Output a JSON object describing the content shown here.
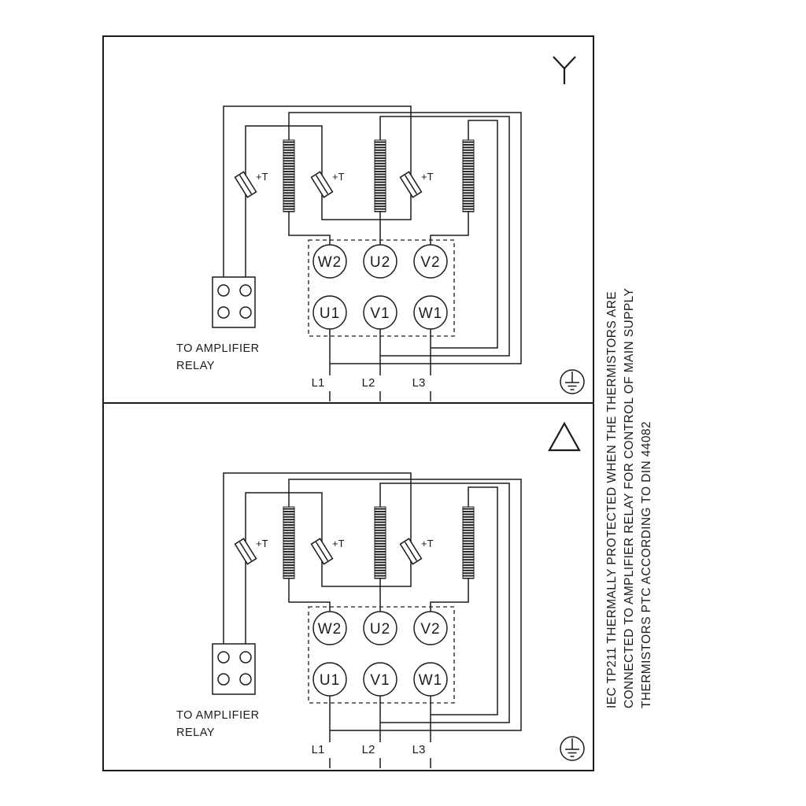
{
  "diagram": {
    "connection_top": "star",
    "connection_bottom": "delta"
  },
  "labels": {
    "terminal_w2": "W2",
    "terminal_u2": "U2",
    "terminal_v2": "V2",
    "terminal_u1": "U1",
    "terminal_v1": "V1",
    "terminal_w1": "W1",
    "supply_l1": "L1",
    "supply_l2": "L2",
    "supply_l3": "L3",
    "thermistor": "+T",
    "relay_caption_line1": "TO AMPLIFIER",
    "relay_caption_line2": "RELAY"
  },
  "side_note": {
    "line1": "IEC TP211 THERMALLY PROTECTED WHEN THE THERMISTORS ARE",
    "line2": "CONNECTED TO AMPLIFIER RELAY FOR CONTROL OF MAIN SUPPLY",
    "line3": "THERMISTORS PTC ACCORDING TO DIN 44082"
  },
  "colors": {
    "line": "#1c1c1c",
    "background": "#ffffff"
  }
}
